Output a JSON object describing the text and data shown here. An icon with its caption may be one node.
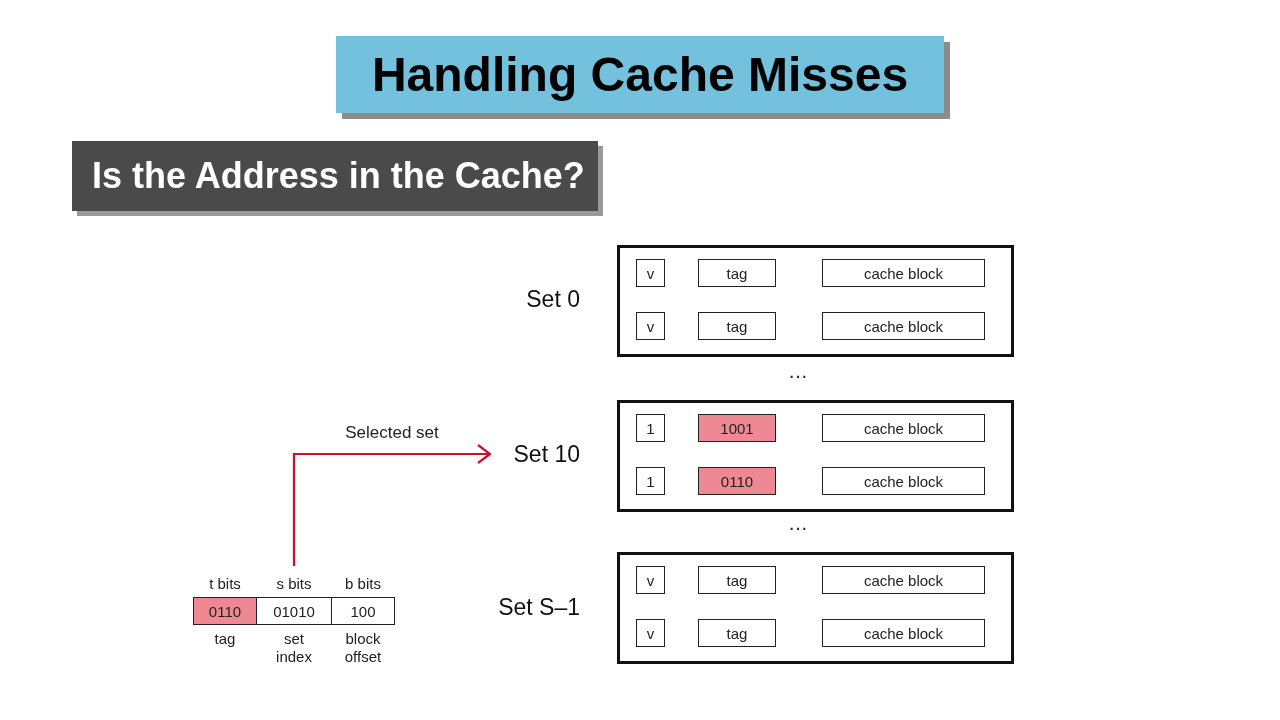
{
  "diagram": {
    "title": "Handling Cache Misses",
    "nodes": [
      {
        "text": [
          "Is the Address in the Cache?"
        ]
      },
      {
        "text": [
          "Set 0"
        ]
      },
      {
        "text": [],
        "shape": "box"
      },
      {
        "text": [
          "v"
        ],
        "in": 2
      },
      {
        "text": [
          "tag"
        ],
        "in": 2
      },
      {
        "text": [
          "cache block"
        ],
        "in": 2
      },
      {
        "text": [
          "v"
        ],
        "in": 2
      },
      {
        "text": [
          "tag"
        ],
        "in": 2
      },
      {
        "text": [
          "cache block"
        ],
        "in": 2
      },
      {
        "text": [
          "Set 10"
        ]
      },
      {
        "text": [],
        "shape": "box"
      },
      {
        "text": [
          "1"
        ],
        "in": 10
      },
      {
        "text": [
          "1001"
        ],
        "in": 10
      },
      {
        "text": [
          "cache block"
        ],
        "in": 10
      },
      {
        "text": [
          "1"
        ],
        "in": 10
      },
      {
        "text": [
          "0110"
        ],
        "in": 10
      },
      {
        "text": [
          "cache block"
        ],
        "in": 10
      },
      {
        "text": [
          "Set S–1"
        ]
      },
      {
        "text": [],
        "shape": "box"
      },
      {
        "text": [
          "v"
        ],
        "in": 18
      },
      {
        "text": [
          "tag"
        ],
        "in": 18
      },
      {
        "text": [
          "cache block"
        ],
        "in": 18
      },
      {
        "text": [
          "v"
        ],
        "in": 18
      },
      {
        "text": [
          "tag"
        ],
        "in": 18
      },
      {
        "text": [
          "cache block"
        ],
        "in": 18
      },
      {
        "text": [
          "t bits",
          "0110"
        ],
        "beside": [
          "tag"
        ]
      },
      {
        "text": [
          "s bits",
          "01010"
        ],
        "beside": [
          "set index"
        ]
      },
      {
        "text": [
          "b bits",
          "100"
        ],
        "beside": [
          "block offset"
        ]
      }
    ],
    "edges": [
      {
        "from": 26,
        "to": 9,
        "arrow": "to",
        "label": "Selected set",
        "color": "#c8102e"
      }
    ],
    "labels": [
      "…",
      "…"
    ]
  }
}
